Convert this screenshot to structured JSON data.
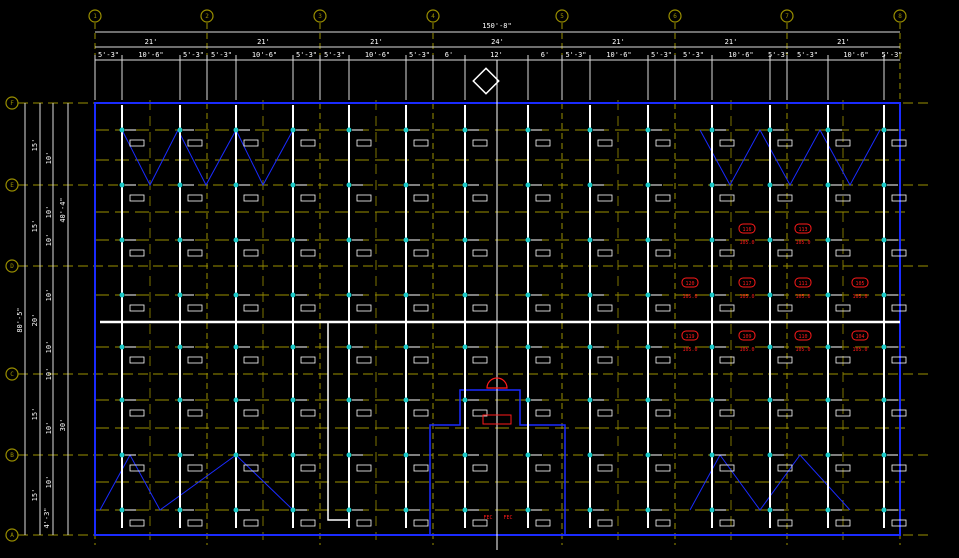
{
  "grid": {
    "columns": [
      "1",
      "2",
      "3",
      "4",
      "5",
      "6",
      "7",
      "8"
    ],
    "rows": [
      "F",
      "E",
      "D",
      "C",
      "B",
      "A"
    ]
  },
  "dimensions": {
    "overall_width": "150'-8\"",
    "bays": [
      "21'",
      "21'",
      "21'",
      "24'",
      "21'",
      "21'",
      "21'"
    ],
    "sub": [
      "5'-3\"",
      "10'-6\"",
      "5'-3\"",
      "5'-3\"",
      "10'-6\"",
      "5'-3\"",
      "5'-3\"",
      "10'-6\"",
      "5'-3\"",
      "6'",
      "12'",
      "6'",
      "5'-3\"",
      "10'-6\"",
      "5'-3\"",
      "5'-3\"",
      "10'-6\"",
      "5'-3\"",
      "5'-3\"",
      "10'-6\"",
      "5'-3\""
    ],
    "overall_depth": "80'-5\"",
    "depth_bays": [
      "15'",
      "15'",
      "20'",
      "15'",
      "15'"
    ],
    "depth_sub": [
      "10'",
      "10'",
      "10'",
      "10'",
      "10'",
      "10'",
      "10'",
      "10'"
    ],
    "depth_groups": [
      "40'-4\"",
      "30'"
    ],
    "small": "4'-3\""
  },
  "room_tags": [
    "116",
    "113",
    "120",
    "117",
    "111",
    "105",
    "119",
    "109",
    "110",
    "104"
  ],
  "room_elev": "105.0",
  "fec_labels": [
    "FEC",
    "FEC"
  ],
  "colors": {
    "background": "#000000",
    "grid": "#9a8f00",
    "pipe": "#ffffff",
    "wall": "#1a2bff",
    "tag": "#ff1a1a",
    "node": "#19c8c8"
  }
}
